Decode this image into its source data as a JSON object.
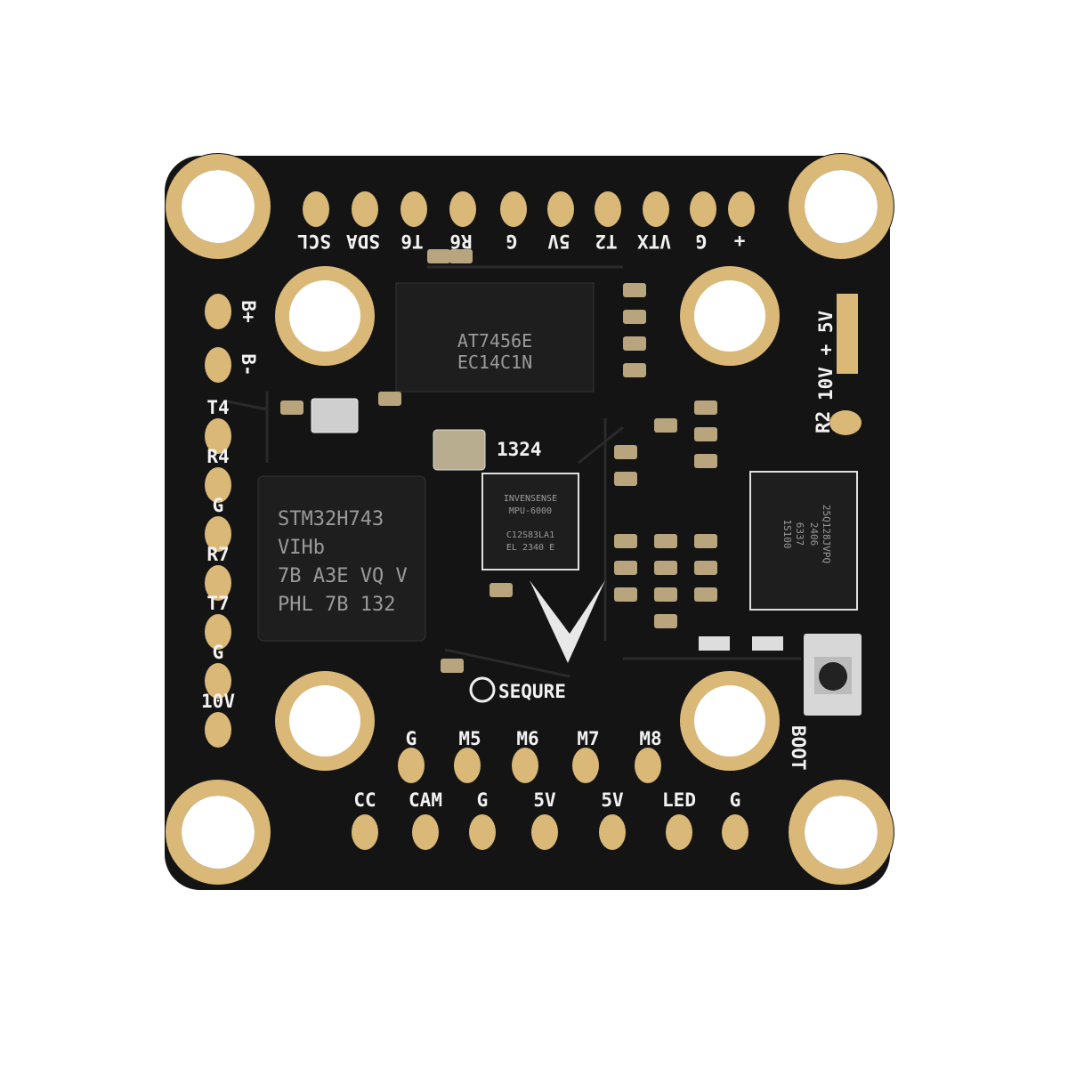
{
  "board": {
    "colors": {
      "pcb": "#141414",
      "gold": "#d9b878",
      "silk": "#f2f2f2",
      "chip": "#1e1e1e"
    },
    "top_pads": [
      "SCL",
      "SDA",
      "T6",
      "R6",
      "G",
      "5V",
      "T2",
      "VTX",
      "G",
      "+"
    ],
    "left_pads": [
      "B+",
      "B-",
      "T4",
      "R4",
      "G",
      "R7",
      "T7",
      "G",
      "10V"
    ],
    "bottom_row1": [
      "G",
      "M5",
      "M6",
      "M7",
      "M8"
    ],
    "bottom_row2": [
      "CC",
      "CAM",
      "G",
      "5V",
      "5V",
      "LED",
      "G"
    ],
    "right_labels": {
      "voltage_select": "10V + 5V",
      "r2": "R2",
      "boot": "BOOT"
    },
    "board_number": "1324",
    "brand": "SEQURE",
    "chips": {
      "osd": [
        "AT7456E",
        "EC14C1N"
      ],
      "mcu": [
        "STM32H743",
        "VIHb",
        "7B A3E VQ V",
        "PHL 7B 132"
      ],
      "imu": [
        "INVENSENSE",
        "MPU-6000",
        "C12S83LA1",
        "EL 2340 E"
      ],
      "flash": [
        "25Q128JVPQ",
        "2406",
        "6337",
        "1S100"
      ]
    }
  }
}
